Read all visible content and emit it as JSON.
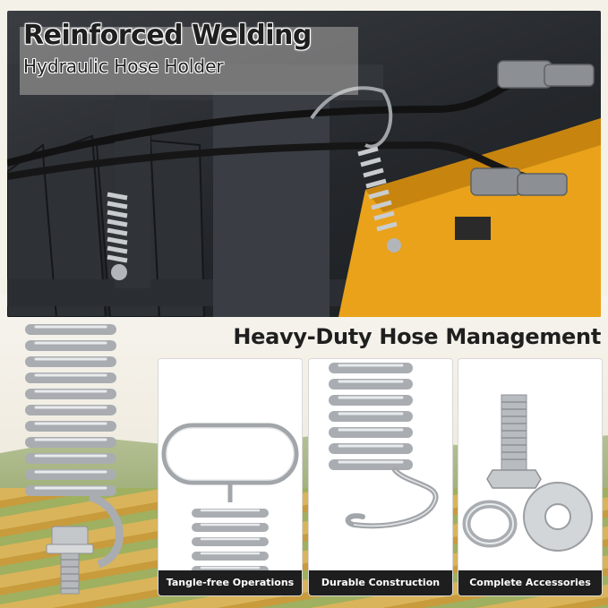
{
  "header": {
    "title": "Reinforced Welding",
    "subtitle": "Hydraulic Hose Holder"
  },
  "section": {
    "heading": "Heavy-Duty Hose Management"
  },
  "features": [
    {
      "label": "Tangle-free Operations",
      "icon": "loop-hook-spring"
    },
    {
      "label": "Durable Construction",
      "icon": "j-hook-spring"
    },
    {
      "label": "Complete Accessories",
      "icon": "bolt-washer-nut"
    }
  ],
  "colors": {
    "accent_yellow": "#e9a21a",
    "label_bar": "#1e1e1e",
    "steel": "#b8bcc0"
  }
}
